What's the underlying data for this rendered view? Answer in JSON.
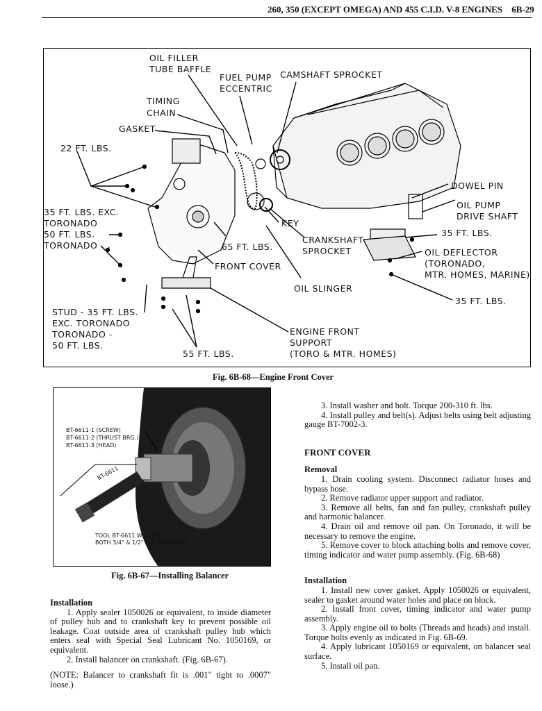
{
  "header": {
    "title": "260, 350 (EXCEPT OMEGA) AND 455 C.I.D. V-8 ENGINES",
    "page": "6B-29"
  },
  "figure_68": {
    "caption": "Fig. 6B-68—Engine Front Cover",
    "labels": {
      "oil_filler_1": "OIL FILLER",
      "oil_filler_2": "TUBE BAFFLE",
      "fuel_pump_1": "FUEL PUMP",
      "fuel_pump_2": "ECCENTRIC",
      "camshaft_sprocket": "CAMSHAFT SPROCKET",
      "timing_1": "TIMING",
      "timing_2": "CHAIN",
      "gasket": "GASKET",
      "torque_22": "22 FT. LBS.",
      "torque_35exc_1": "35 FT. LBS. EXC.",
      "torque_35exc_2": "TORONADO",
      "torque_50_1": "50 FT. LBS.",
      "torque_50_2": "TORONADO",
      "torque_65": "65 FT. LBS.",
      "front_cover": "FRONT COVER",
      "key": "KEY",
      "crank_1": "CRANKSHAFT",
      "crank_2": "SPROCKET",
      "oil_slinger": "OIL SLINGER",
      "dowel_pin": "DOWEL PIN",
      "oil_pump_1": "OIL PUMP",
      "oil_pump_2": "DRIVE SHAFT",
      "torque_35a": "35 FT. LBS.",
      "deflector_1": "OIL DEFLECTOR",
      "deflector_2": "(TORONADO,",
      "deflector_3": "MTR. HOMES, MARINE)",
      "torque_35b": "35 FT. LBS.",
      "stud_1": "STUD - 35 FT. LBS.",
      "stud_2": "EXC. TORONADO",
      "stud_3": "TORONADO -",
      "stud_4": "50 FT. LBS.",
      "torque_55": "55 FT. LBS.",
      "support_1": "ENGINE FRONT",
      "support_2": "SUPPORT",
      "support_3": "(TORO & MTR. HOMES)"
    }
  },
  "figure_67": {
    "caption": "Fig. 6B-67—Installing Balancer",
    "labels": {
      "tool_1": "BT-6611-1 (SCREW)",
      "tool_2": "BT-6611-2 (THRUST BRG.)",
      "tool_3": "BT-6611-3 (HEAD)",
      "tool_stamp": "BT-6611",
      "note_1": "TOOL BT-6611 WILL FIT",
      "note_2": "BOTH 3/4\" & 1/2\" C/S BOLT HOLE"
    }
  },
  "left_column": {
    "heading": "Installation",
    "p1": "1. Apply sealer 1050026 or equivalent, to inside diameter of pulley hub and to crankshaft key to prevent possible oil leakage. Coat outside area of crankshaft pulley hub which enters seal with Special Seal Lubricant No. 1050169, or equivalent.",
    "p2": "2. Install balancer on crankshaft. (Fig. 6B-67).",
    "note": "(NOTE: Balancer to crankshaft fit is .001\" tight to .0007\" loose.)"
  },
  "right_column": {
    "p3": "3. Install washer and bolt. Torque 200-310 ft. lbs.",
    "p4": "4. Install pulley and belt(s). Adjust belts using belt adjusting gauge BT-7002-3.",
    "section": "FRONT COVER",
    "removal_heading": "Removal",
    "r1": "1. Drain cooling system. Disconnect radiator hoses and bypass hose.",
    "r2": "2. Remove radiator upper support and radiator.",
    "r3": "3. Remove all belts, fan and fan pulley, crankshaft pulley and harmonic balancer.",
    "r4": "4. Drain oil and remove oil pan. On Toronado, it will be necessary to remove the engine.",
    "r5": "5. Remove cover to block attaching bolts and remove cover, timing indicator and water pump assembly. (Fig. 6B-68)",
    "install_heading": "Installation",
    "i1": "1. Install new cover gasket. Apply 1050026 or equivalent, sealer to gasket around water holes and place on block.",
    "i2": "2. Install front cover, timing indicator and water pump assembly.",
    "i3": "3. Apply engine oil to bolts (Threads and heads) and install. Torque bolts evenly as indicated in Fig. 6B-69.",
    "i4": "4. Apply lubricant 1050169 or equivalent, on balancer seal surface.",
    "i5": "5. Install oil pan."
  }
}
